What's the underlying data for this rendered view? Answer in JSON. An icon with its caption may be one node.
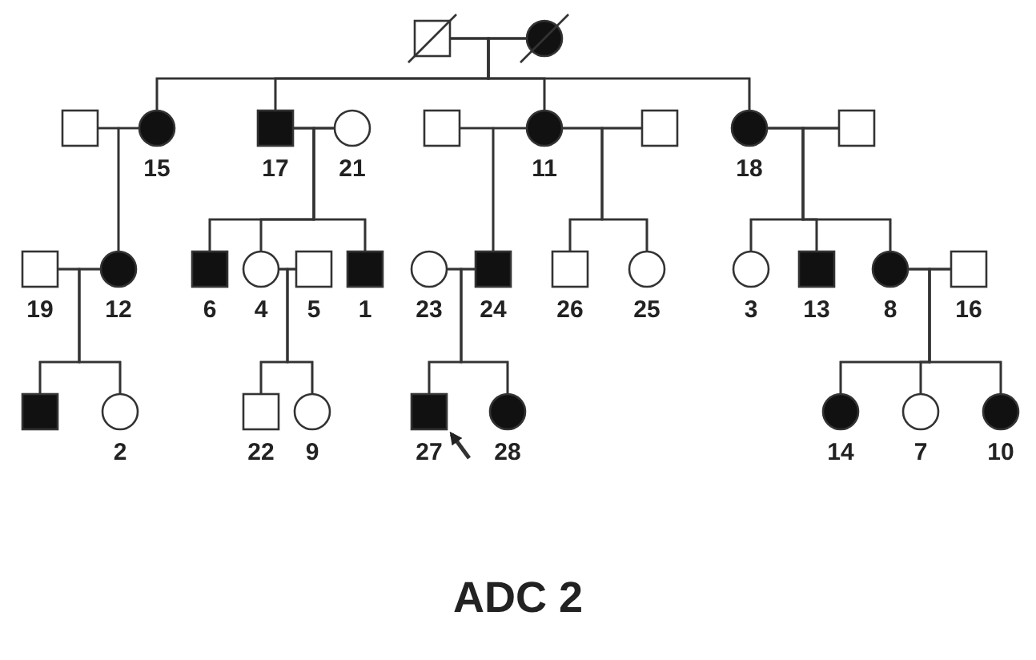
{
  "diagram": {
    "caption": "ADC 2",
    "nodes": [
      {
        "text": [],
        "shape": "box"
      },
      {
        "text": [],
        "shape": "circle"
      },
      {
        "text": [],
        "shape": "box"
      },
      {
        "text": [],
        "shape": "circle",
        "beside": [
          "15"
        ]
      },
      {
        "text": [],
        "shape": "box",
        "beside": [
          "17"
        ]
      },
      {
        "text": [],
        "shape": "circle",
        "beside": [
          "21"
        ]
      },
      {
        "text": [],
        "shape": "box"
      },
      {
        "text": [],
        "shape": "circle",
        "beside": [
          "11"
        ]
      },
      {
        "text": [],
        "shape": "box"
      },
      {
        "text": [],
        "shape": "circle",
        "beside": [
          "18"
        ]
      },
      {
        "text": [],
        "shape": "box"
      },
      {
        "text": [],
        "shape": "box",
        "beside": [
          "19"
        ]
      },
      {
        "text": [],
        "shape": "circle",
        "beside": [
          "12"
        ]
      },
      {
        "text": [],
        "shape": "box",
        "beside": [
          "6"
        ]
      },
      {
        "text": [],
        "shape": "circle",
        "beside": [
          "4"
        ]
      },
      {
        "text": [],
        "shape": "box",
        "beside": [
          "5"
        ]
      },
      {
        "text": [],
        "shape": "box",
        "beside": [
          "1"
        ]
      },
      {
        "text": [],
        "shape": "circle",
        "beside": [
          "23"
        ]
      },
      {
        "text": [],
        "shape": "box",
        "beside": [
          "24"
        ]
      },
      {
        "text": [],
        "shape": "box",
        "beside": [
          "26"
        ]
      },
      {
        "text": [],
        "shape": "circle",
        "beside": [
          "25"
        ]
      },
      {
        "text": [],
        "shape": "circle",
        "beside": [
          "3"
        ]
      },
      {
        "text": [],
        "shape": "box",
        "beside": [
          "13"
        ]
      },
      {
        "text": [],
        "shape": "circle",
        "beside": [
          "8"
        ]
      },
      {
        "text": [],
        "shape": "box",
        "beside": [
          "16"
        ]
      },
      {
        "text": [],
        "shape": "box"
      },
      {
        "text": [],
        "shape": "circle",
        "beside": [
          "2"
        ]
      },
      {
        "text": [],
        "shape": "box",
        "beside": [
          "22"
        ]
      },
      {
        "text": [],
        "shape": "circle",
        "beside": [
          "9"
        ]
      },
      {
        "text": [],
        "shape": "box",
        "beside": [
          "27"
        ]
      },
      {
        "text": [],
        "shape": "circle",
        "beside": [
          "28"
        ]
      },
      {
        "text": [],
        "shape": "circle",
        "beside": [
          "14"
        ]
      },
      {
        "text": [],
        "shape": "circle",
        "beside": [
          "7"
        ]
      },
      {
        "text": [],
        "shape": "circle",
        "beside": [
          "10"
        ]
      }
    ],
    "edges": [
      {
        "from": 0,
        "to": 1,
        "arrow": "none"
      },
      {
        "from": 0,
        "to": 3,
        "arrow": "none"
      },
      {
        "from": 1,
        "to": 3,
        "arrow": "none"
      },
      {
        "from": 0,
        "to": 4,
        "arrow": "none"
      },
      {
        "from": 1,
        "to": 4,
        "arrow": "none"
      },
      {
        "from": 0,
        "to": 7,
        "arrow": "none"
      },
      {
        "from": 1,
        "to": 7,
        "arrow": "none"
      },
      {
        "from": 0,
        "to": 9,
        "arrow": "none"
      },
      {
        "from": 1,
        "to": 9,
        "arrow": "none"
      },
      {
        "from": 2,
        "to": 3,
        "arrow": "none"
      },
      {
        "from": 4,
        "to": 5,
        "arrow": "none"
      },
      {
        "from": 6,
        "to": 7,
        "arrow": "none"
      },
      {
        "from": 7,
        "to": 8,
        "arrow": "none"
      },
      {
        "from": 9,
        "to": 10,
        "arrow": "none"
      },
      {
        "from": 2,
        "to": 12,
        "arrow": "none"
      },
      {
        "from": 3,
        "to": 12,
        "arrow": "none"
      },
      {
        "from": 4,
        "to": 13,
        "arrow": "none"
      },
      {
        "from": 5,
        "to": 13,
        "arrow": "none"
      },
      {
        "from": 4,
        "to": 14,
        "arrow": "none"
      },
      {
        "from": 5,
        "to": 14,
        "arrow": "none"
      },
      {
        "from": 4,
        "to": 16,
        "arrow": "none"
      },
      {
        "from": 5,
        "to": 16,
        "arrow": "none"
      },
      {
        "from": 6,
        "to": 18,
        "arrow": "none"
      },
      {
        "from": 7,
        "to": 18,
        "arrow": "none"
      },
      {
        "from": 7,
        "to": 19,
        "arrow": "none"
      },
      {
        "from": 8,
        "to": 19,
        "arrow": "none"
      },
      {
        "from": 7,
        "to": 20,
        "arrow": "none"
      },
      {
        "from": 8,
        "to": 20,
        "arrow": "none"
      },
      {
        "from": 9,
        "to": 21,
        "arrow": "none"
      },
      {
        "from": 10,
        "to": 21,
        "arrow": "none"
      },
      {
        "from": 9,
        "to": 22,
        "arrow": "none"
      },
      {
        "from": 10,
        "to": 22,
        "arrow": "none"
      },
      {
        "from": 9,
        "to": 23,
        "arrow": "none"
      },
      {
        "from": 10,
        "to": 23,
        "arrow": "none"
      },
      {
        "from": 11,
        "to": 12,
        "arrow": "none"
      },
      {
        "from": 14,
        "to": 15,
        "arrow": "none"
      },
      {
        "from": 17,
        "to": 18,
        "arrow": "none"
      },
      {
        "from": 23,
        "to": 24,
        "arrow": "none"
      },
      {
        "from": 11,
        "to": 25,
        "arrow": "none"
      },
      {
        "from": 12,
        "to": 25,
        "arrow": "none"
      },
      {
        "from": 11,
        "to": 26,
        "arrow": "none"
      },
      {
        "from": 12,
        "to": 26,
        "arrow": "none"
      },
      {
        "from": 14,
        "to": 27,
        "arrow": "none"
      },
      {
        "from": 15,
        "to": 27,
        "arrow": "none"
      },
      {
        "from": 14,
        "to": 28,
        "arrow": "none"
      },
      {
        "from": 15,
        "to": 28,
        "arrow": "none"
      },
      {
        "from": 17,
        "to": 29,
        "arrow": "none"
      },
      {
        "from": 18,
        "to": 29,
        "arrow": "none"
      },
      {
        "from": 17,
        "to": 30,
        "arrow": "none"
      },
      {
        "from": 18,
        "to": 30,
        "arrow": "none"
      },
      {
        "from": 23,
        "to": 31,
        "arrow": "none"
      },
      {
        "from": 24,
        "to": 31,
        "arrow": "none"
      },
      {
        "from": 23,
        "to": 32,
        "arrow": "none"
      },
      {
        "from": 24,
        "to": 32,
        "arrow": "none"
      },
      {
        "from": 23,
        "to": 33,
        "arrow": "none"
      },
      {
        "from": 24,
        "to": 33,
        "arrow": "none"
      },
      {
        "from": null,
        "to": 29,
        "arrow": "to"
      }
    ]
  }
}
